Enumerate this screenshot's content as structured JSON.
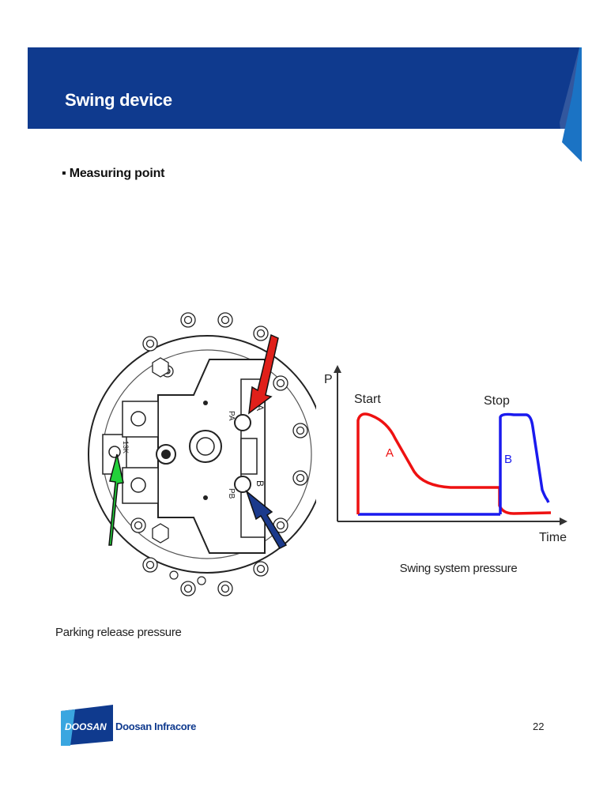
{
  "header": {
    "title": "Swing device"
  },
  "bullet": {
    "text": "▪ Measuring point"
  },
  "diagram": {
    "port_a": "A",
    "port_b": "B",
    "port_pa": "PA",
    "port_pb": "PB",
    "port_13k": "13K",
    "colors": {
      "red_arrow": "#e0201a",
      "blue_arrow": "#1b3a8c",
      "green_arrow": "#22d13a"
    }
  },
  "chart": {
    "p_label": "P",
    "time_label": "Time",
    "start_label": "Start",
    "stop_label": "Stop",
    "series_a_label": "A",
    "series_b_label": "B",
    "colors": {
      "a": "#ee1111",
      "b": "#1a1aee"
    }
  },
  "captions": {
    "swing": "Swing system pressure",
    "parking": "Parking release pressure"
  },
  "footer": {
    "logo_text": "DOOSAN",
    "logo_sub": "Doosan Infracore",
    "page_number": "22",
    "logo_colors": {
      "blue": "#0f3a8e",
      "light": "#3aa6e0"
    }
  }
}
